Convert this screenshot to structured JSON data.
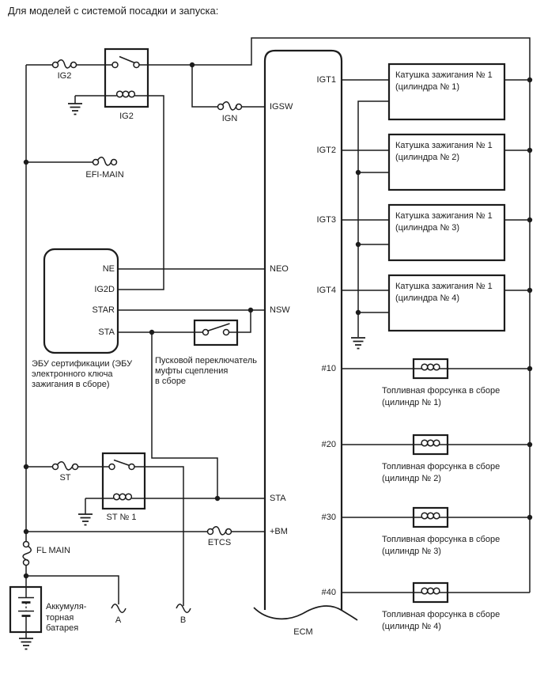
{
  "title": "Для моделей с системой посадки и запуска:",
  "colors": {
    "line": "#1c1c1c",
    "background": "#ffffff"
  },
  "power": {
    "fuse_ig2": "IG2",
    "relay_ig2": "IG2",
    "fuse_ign": "IGN",
    "fuse_efi_main": "EFI-MAIN",
    "fuse_st": "ST",
    "relay_st1": "ST № 1",
    "fuse_etcs": "ETCS",
    "fusible_link": "FL MAIN",
    "battery_label": "Аккумуля-\nторная\nбатарея",
    "connector_a": "A",
    "connector_b": "B"
  },
  "cert_ecu": {
    "pin_ne": "NE",
    "pin_ig2d": "IG2D",
    "pin_star": "STAR",
    "pin_sta": "STA",
    "label": "ЭБУ сертификации (ЭБУ\nэлектронного ключа\nзажигания в сборе)"
  },
  "clutch_switch": {
    "label": "Пусковой переключатель\nмуфты сцепления\nв сборе"
  },
  "ecm": {
    "label": "ECM",
    "pin_igsw": "IGSW",
    "pin_neo": "NEO",
    "pin_nsw": "NSW",
    "pin_sta": "STA",
    "pin_bm": "+BM",
    "pin_igt1": "IGT1",
    "pin_igt2": "IGT2",
    "pin_igt3": "IGT3",
    "pin_igt4": "IGT4",
    "pin_10": "#10",
    "pin_20": "#20",
    "pin_30": "#30",
    "pin_40": "#40"
  },
  "coils": [
    {
      "label": "Катушка зажигания № 1\n(цилиндра № 1)"
    },
    {
      "label": "Катушка зажигания № 1\n(цилиндра № 2)"
    },
    {
      "label": "Катушка зажигания № 1\n(цилиндра № 3)"
    },
    {
      "label": "Катушка зажигания № 1\n(цилиндра № 4)"
    }
  ],
  "injectors": [
    {
      "label": "Топливная форсунка в сборе\n(цилиндр № 1)"
    },
    {
      "label": "Топливная форсунка в сборе\n(цилиндр № 2)"
    },
    {
      "label": "Топливная форсунка в сборе\n(цилиндр № 3)"
    },
    {
      "label": "Топливная форсунка в сборе\n(цилиндр № 4)"
    }
  ]
}
